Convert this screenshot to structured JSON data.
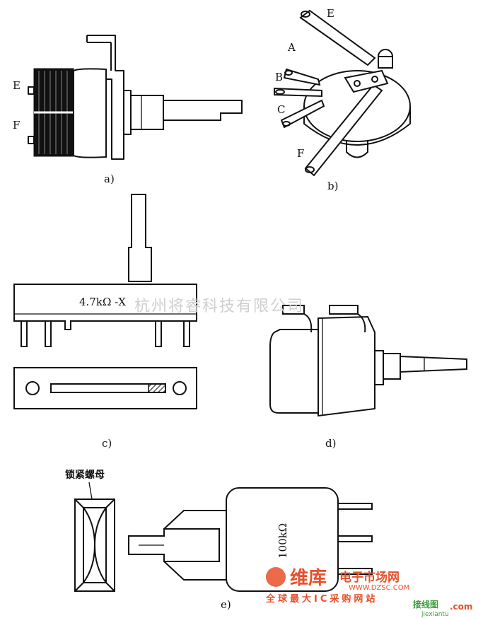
{
  "labels": {
    "a_caption": "a)",
    "b_caption": "b)",
    "c_caption": "c)",
    "d_caption": "d)",
    "e_caption": "e)",
    "a_pin_e": "E",
    "a_pin_f": "F",
    "b_pin_a": "A",
    "b_pin_b": "B",
    "b_pin_c": "C",
    "b_pin_e": "E",
    "b_pin_f": "F",
    "c_value": "4.7kΩ -X",
    "e_value": "100kΩ",
    "e_nut_label": "锁紧螺母"
  },
  "watermark": {
    "text": "杭州将睿科技有限公司"
  },
  "logos": {
    "brand_cn": "维库",
    "brand_sub": "电子市场网",
    "brand_url": "WWW.DZSC.COM",
    "brand_slogan": "全球最大IC采购网站",
    "site_cn": "接线图",
    "site_com": ".com",
    "site_url": "jiexiantu"
  },
  "colors": {
    "line": "#111111",
    "watermark": "#cfcfcf",
    "brand_red": "#e8502a",
    "brand_green": "#3a9a3a"
  }
}
